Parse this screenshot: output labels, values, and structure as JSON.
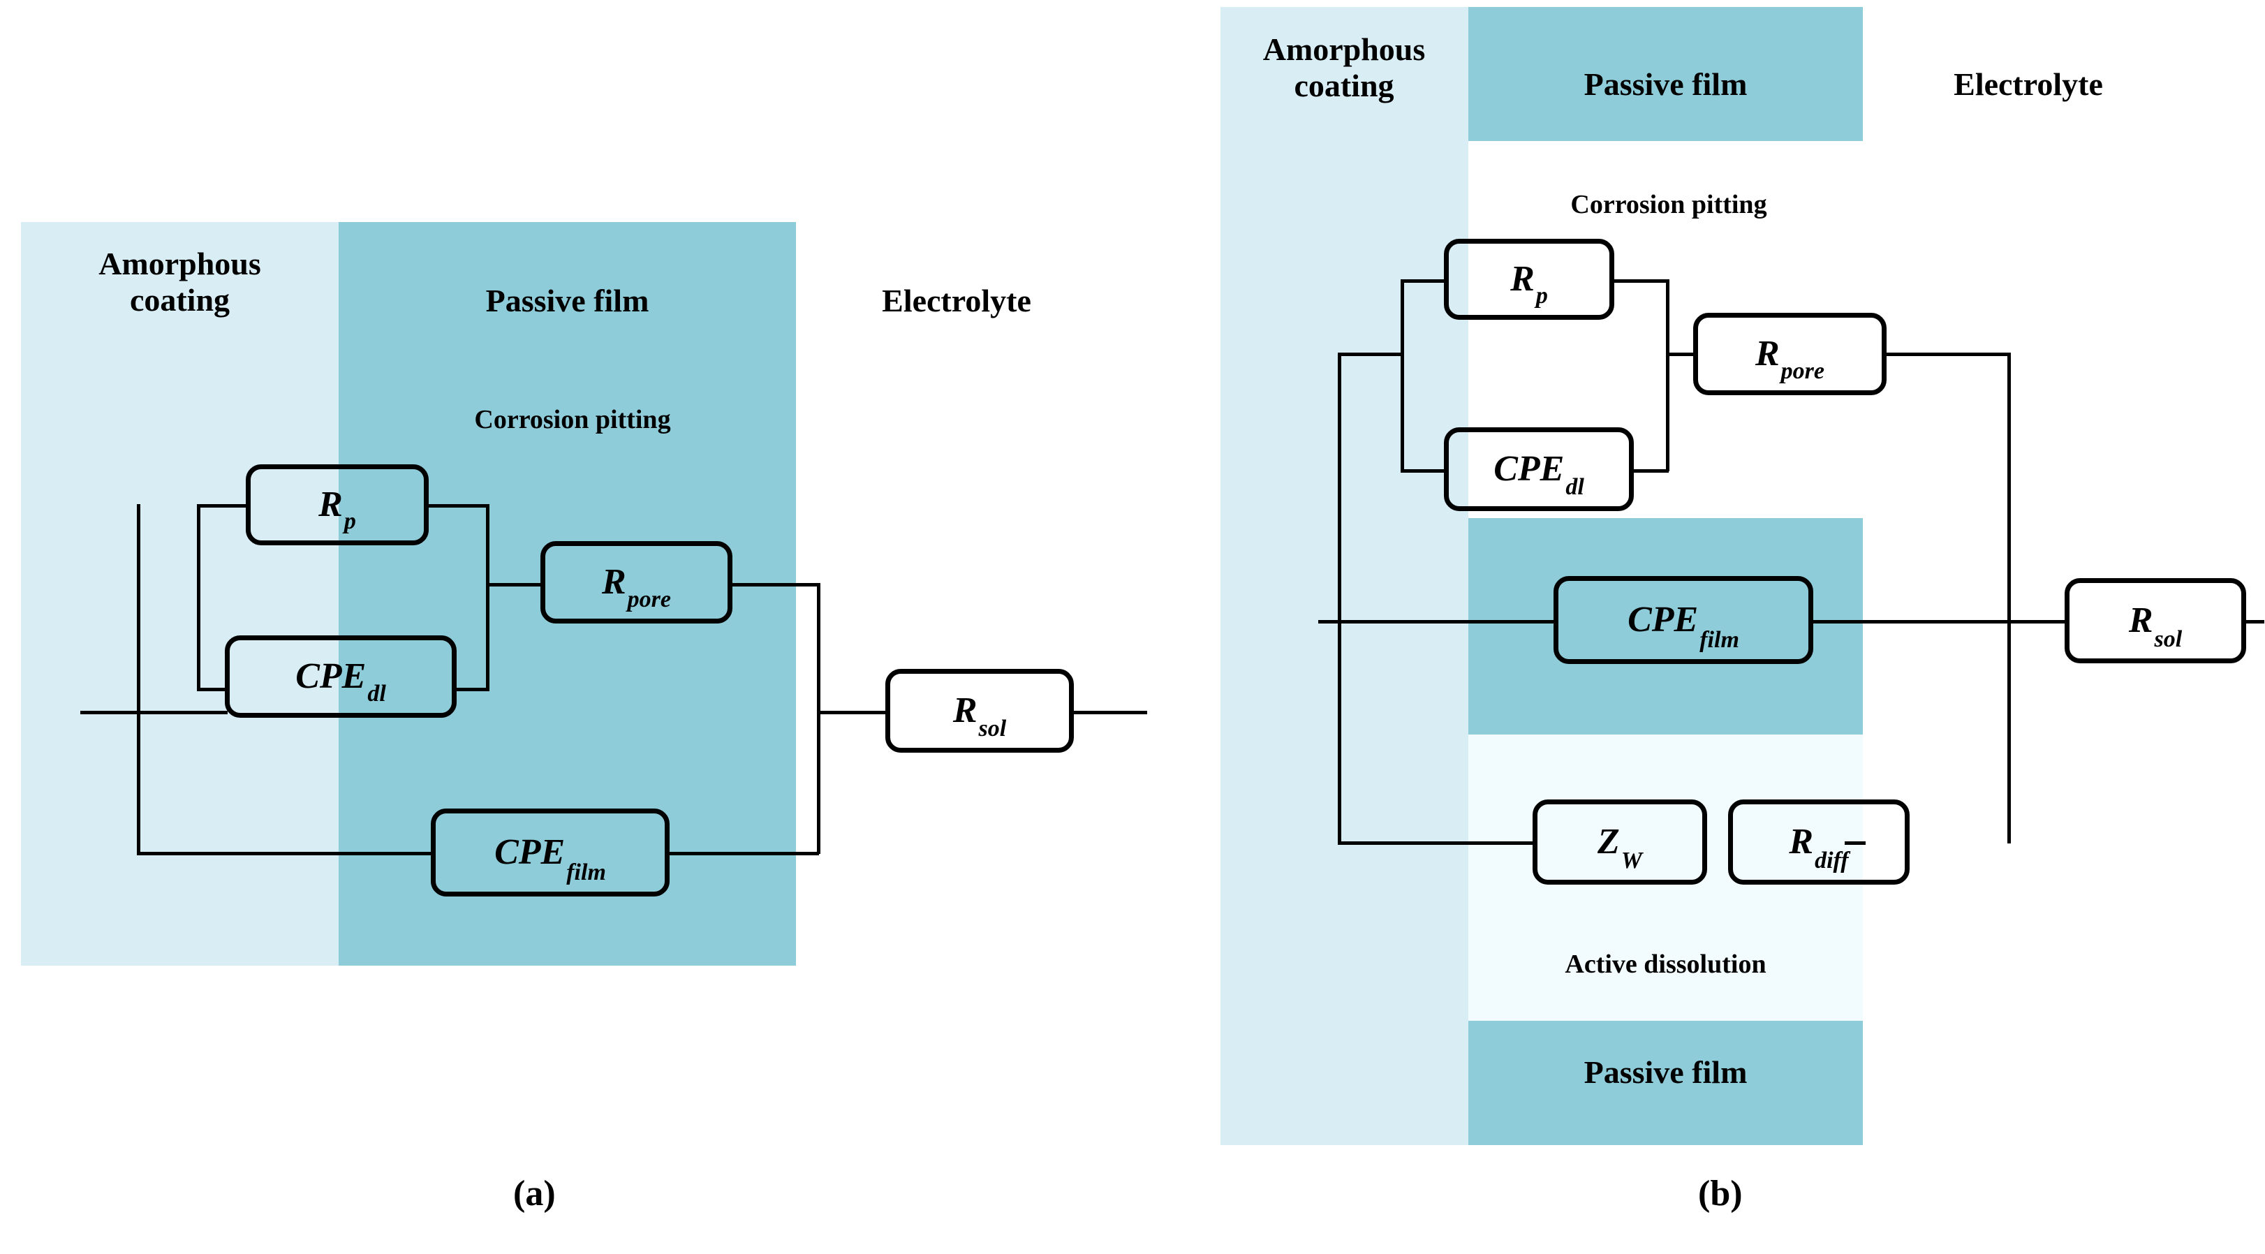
{
  "figure": {
    "panels": [
      {
        "id": "a",
        "caption": "(a)",
        "regions": [
          {
            "name": "amorphous-coating",
            "label": "Amorphous\ncoating",
            "color": "#d8edf4"
          },
          {
            "name": "passive-film",
            "label": "Passive film",
            "color": "#8eccd9"
          },
          {
            "name": "electrolyte",
            "label": "Electrolyte",
            "color": "#ffffff"
          }
        ],
        "annotations": [
          {
            "name": "corrosion-pitting",
            "label": "Corrosion pitting"
          }
        ],
        "components": [
          {
            "name": "Rp",
            "base": "R",
            "sub": "p",
            "filled": false
          },
          {
            "name": "CPEdl",
            "base": "CPE",
            "sub": "dl",
            "filled": false
          },
          {
            "name": "Rpore",
            "base": "R",
            "sub": "pore",
            "filled": false
          },
          {
            "name": "CPEfilm",
            "base": "CPE",
            "sub": "film",
            "filled": true
          },
          {
            "name": "Rsol",
            "base": "R",
            "sub": "sol",
            "filled": false
          }
        ]
      },
      {
        "id": "b",
        "caption": "(b)",
        "regions": [
          {
            "name": "amorphous-coating",
            "label": "Amorphous\ncoating",
            "color": "#d8edf4"
          },
          {
            "name": "passive-film-top",
            "label": "Passive film",
            "color": "#8eccd9"
          },
          {
            "name": "electrolyte",
            "label": "Electrolyte",
            "color": "#ffffff"
          },
          {
            "name": "active-dissolution",
            "label": "Active dissolution",
            "color": "#f2fbfd"
          },
          {
            "name": "passive-film-bottom",
            "label": "Passive film",
            "color": "#8eccd9"
          }
        ],
        "annotations": [
          {
            "name": "corrosion-pitting",
            "label": "Corrosion pitting"
          }
        ],
        "components": [
          {
            "name": "Rp",
            "base": "R",
            "sub": "p",
            "filled": false
          },
          {
            "name": "CPEdl",
            "base": "CPE",
            "sub": "dl",
            "filled": false
          },
          {
            "name": "Rpore",
            "base": "R",
            "sub": "pore",
            "filled": false
          },
          {
            "name": "CPEfilm",
            "base": "CPE",
            "sub": "film",
            "filled": true
          },
          {
            "name": "ZW",
            "base": "Z",
            "sub": "W",
            "filled": false
          },
          {
            "name": "Rdiff",
            "base": "R",
            "sub": "diff",
            "filled": false
          },
          {
            "name": "Rsol",
            "base": "R",
            "sub": "sol",
            "filled": false
          }
        ]
      }
    ]
  }
}
